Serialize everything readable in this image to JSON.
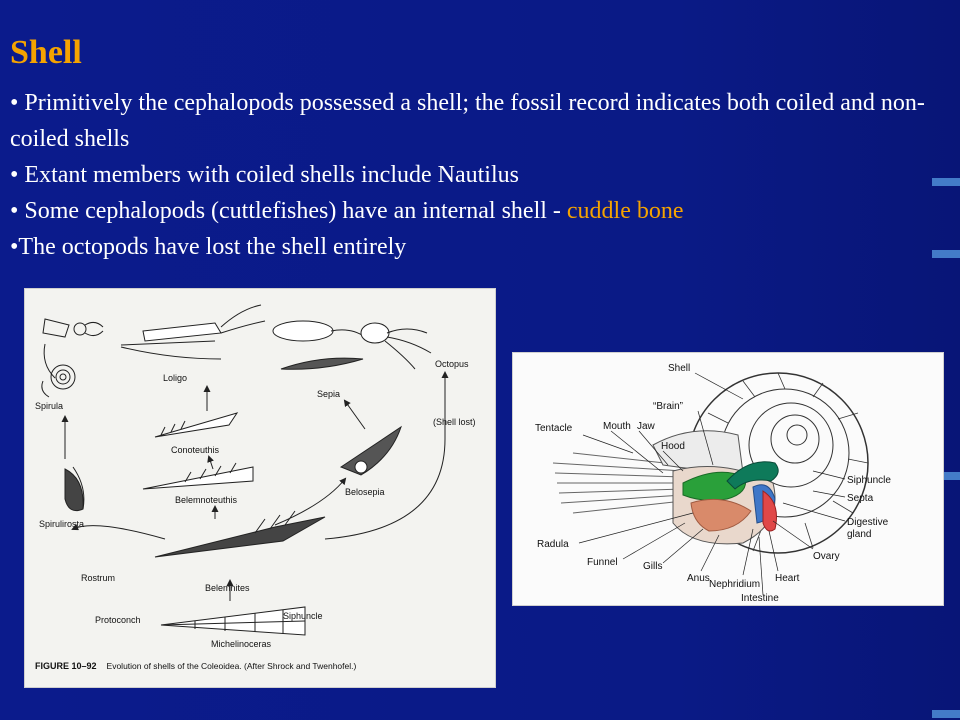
{
  "slide": {
    "title": "Shell",
    "bullets": [
      {
        "text": "• Primitively the cephalopods possessed a shell; the fossil record indicates both coiled and non-coiled shells"
      },
      {
        "text": "• Extant members with coiled shells include Nautilus"
      },
      {
        "text": "• Some cephalopods (cuttlefishes) have an internal shell - ",
        "accent": "cuddle bone"
      },
      {
        "text": "•The octopods have lost the shell entirely"
      }
    ],
    "colors": {
      "background": "#0a1a8a",
      "accent": "#f5a300",
      "text": "#ffffff"
    }
  },
  "figure_left": {
    "labels": {
      "loligo": "Loligo",
      "octopus": "Octopus",
      "spirula": "Spirula",
      "sepia": "Sepia",
      "shell_lost": "(Shell lost)",
      "conoteuthis": "Conoteuthis",
      "belemnoteuthis": "Belemnoteuthis",
      "belosepia": "Belosepia",
      "spirulirosta": "Spirulirosta",
      "rostrum": "Rostrum",
      "belemnites": "Belemnites",
      "protoconch": "Protoconch",
      "siphuncle": "Siphuncle",
      "michelinoceras": "Michelinoceras"
    },
    "caption_bold": "FIGURE 10–92",
    "caption": "Evolution of shells of the Coleoidea. (After Shrock and Twenhofel.)"
  },
  "figure_right": {
    "labels": {
      "shell": "Shell",
      "brain": "“Brain”",
      "tentacle": "Tentacle",
      "mouth": "Mouth",
      "jaw": "Jaw",
      "hood": "Hood",
      "siphuncle": "Siphuncle",
      "septa": "Septa",
      "digestive": "Digestive",
      "gland": "gland",
      "ovary": "Ovary",
      "heart": "Heart",
      "radula": "Radula",
      "funnel": "Funnel",
      "gills": "Gills",
      "anus": "Anus",
      "nephridium": "Nephridium",
      "intestine": "Intestine"
    }
  }
}
